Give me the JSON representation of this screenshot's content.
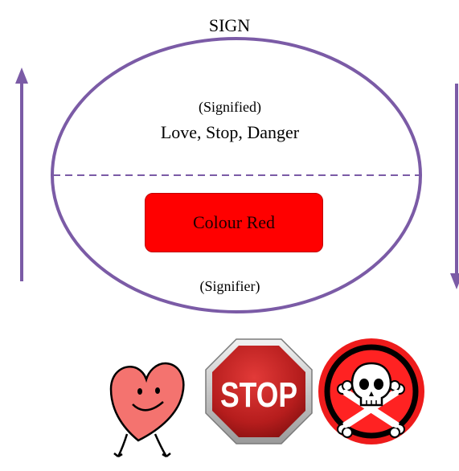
{
  "diagram": {
    "title": "SIGN",
    "signified_label": "(Signified)",
    "signified_values": "Love, Stop, Danger",
    "signifier_box": "Colour Red",
    "signifier_label": "(Signifier)"
  },
  "images": [
    {
      "name": "heart-icon"
    },
    {
      "name": "stop-sign-icon",
      "text": "STOP"
    },
    {
      "name": "skull-crossbones-icon"
    }
  ],
  "colors": {
    "ellipse": "#7b5ba6",
    "arrow": "#7b5ba6",
    "red": "#ff0000",
    "heart": "#f4736f"
  }
}
